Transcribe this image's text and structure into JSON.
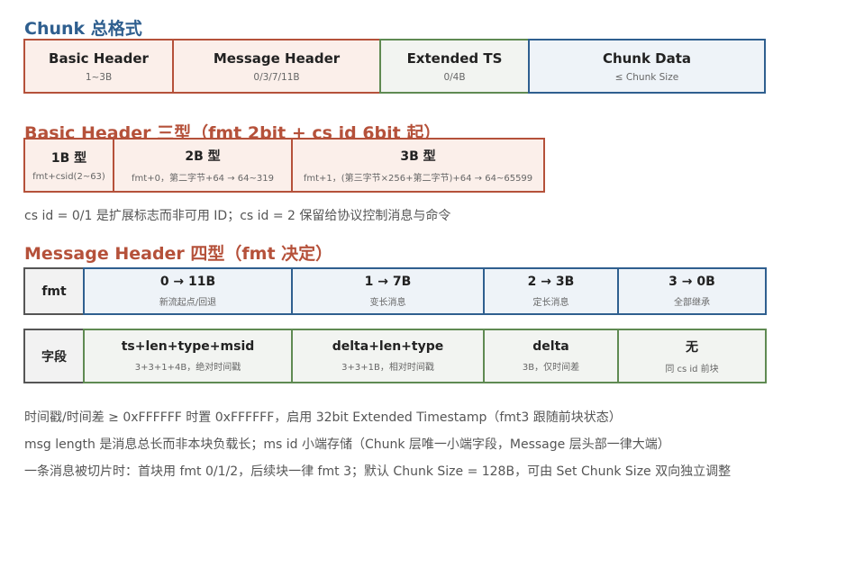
{
  "chunk_format": {
    "title": "Chunk 总格式",
    "cells": [
      {
        "label": "Basic Header",
        "sub": "1~3B"
      },
      {
        "label": "Message Header",
        "sub": "0/3/7/11B"
      },
      {
        "label": "Extended TS",
        "sub": "0/4B"
      },
      {
        "label": "Chunk Data",
        "sub": "≤ Chunk Size"
      }
    ]
  },
  "basic_header": {
    "title": "Basic Header 三型（fmt 2bit + cs id 6bit 起）",
    "cells": [
      {
        "label": "1B 型",
        "sub": "fmt+csid(2~63)"
      },
      {
        "label": "2B 型",
        "sub": "fmt+0，第二字节+64 → 64~319"
      },
      {
        "label": "3B 型",
        "sub": "fmt+1，(第三字节×256+第二字节)+64 → 64~65599"
      }
    ],
    "note": "cs id = 0/1 是扩展标志而非可用 ID；cs id = 2 保留给协议控制消息与命令"
  },
  "message_header": {
    "title": "Message Header 四型（fmt 决定）",
    "fmt_row": {
      "head": "fmt",
      "cells": [
        {
          "label": "0 → 11B",
          "sub": "新流起点/回退"
        },
        {
          "label": "1 → 7B",
          "sub": "变长消息"
        },
        {
          "label": "2 → 3B",
          "sub": "定长消息"
        },
        {
          "label": "3 → 0B",
          "sub": "全部继承"
        }
      ]
    },
    "field_row": {
      "head": "字段",
      "cells": [
        {
          "label": "ts+len+type+msid",
          "sub": "3+3+1+4B，绝对时间戳"
        },
        {
          "label": "delta+len+type",
          "sub": "3+3+1B，相对时间戳"
        },
        {
          "label": "delta",
          "sub": "3B，仅时间差"
        },
        {
          "label": "无",
          "sub": "同 cs id 前块"
        }
      ]
    }
  },
  "notes": [
    "时间戳/时间差 ≥ 0xFFFFFF 时置 0xFFFFFF，启用 32bit Extended Timestamp（fmt3 跟随前块状态）",
    "msg length 是消息总长而非本块负载长；ms id 小端存储（Chunk 层唯一小端字段，Message 层头部一律大端）",
    "一条消息被切片时：首块用 fmt 0/1/2，后续块一律 fmt 3；默认 Chunk Size = 128B，可由 Set Chunk Size 双向独立调整"
  ]
}
